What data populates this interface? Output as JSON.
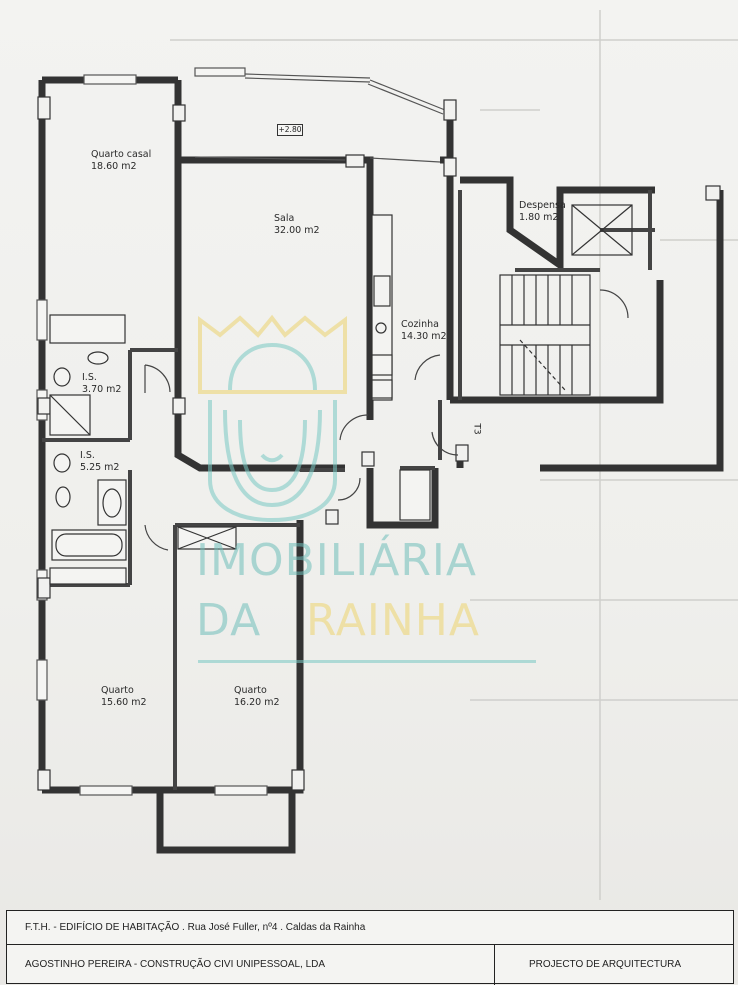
{
  "rooms": {
    "quarto_casal": {
      "name": "Quarto casal",
      "area": "18.60 m2"
    },
    "sala": {
      "name": "Sala",
      "area": "32.00 m2"
    },
    "despensa": {
      "name": "Despensa",
      "area": "1.80 m2"
    },
    "cozinha": {
      "name": "Cozinha",
      "area": "14.30 m2"
    },
    "is_1": {
      "name": "I.S.",
      "area": "3.70 m2"
    },
    "is_2": {
      "name": "I.S.",
      "area": "5.25 m2"
    },
    "quarto_1": {
      "name": "Quarto",
      "area": "15.60 m2"
    },
    "quarto_2": {
      "name": "Quarto",
      "area": "16.20 m2"
    }
  },
  "level_tag": "+2.80",
  "stair_tag": "T3",
  "watermark": {
    "line1": "IMOBILIÁRIA",
    "line2_a": "DA",
    "line2_b": "RAINHA",
    "color_teal": "#6ebeb9",
    "color_gold": "#ecd678"
  },
  "title_block": {
    "project": "F.T.H. - EDIFÍCIO DE HABITAÇÃO . Rua José Fuller, nº4 . Caldas da Rainha",
    "company": "AGOSTINHO PEREIRA - CONSTRUÇÃO CIVI UNIPESSOAL, LDA",
    "phase": "PROJECTO DE ARQUITECTURA"
  }
}
